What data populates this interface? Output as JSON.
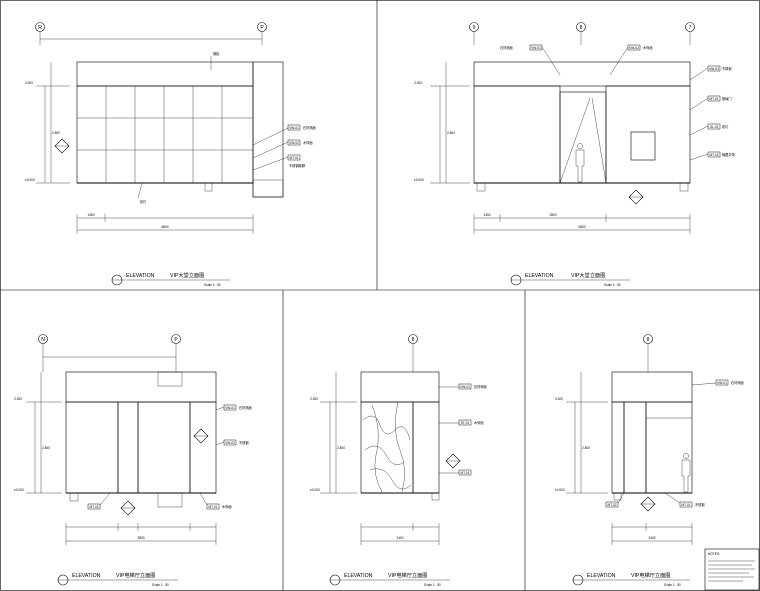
{
  "sheet": {
    "panels": [
      {
        "id": "p1",
        "grid_left": "R",
        "grid_right": "P",
        "grid_mid": "",
        "title_prefix": "ELEVATION",
        "title_cn": "VIP大堂立面图",
        "scale": "Scale 1 : 50",
        "dims": [
          "1450",
          "6800"
        ],
        "level_marks": [
          "±0.000",
          "2.800",
          "3.300"
        ],
        "tags": [
          "VW-01",
          "VW-02",
          "MT-01"
        ],
        "notes": [
          "钢板",
          "石材墙面",
          "木饰面",
          "不锈钢踢脚",
          "射灯"
        ]
      },
      {
        "id": "p2",
        "grid_left": "9",
        "grid_right": "7",
        "grid_mid": "8",
        "title_prefix": "ELEVATION",
        "title_cn": "VIP大堂立面图",
        "scale": "Scale 1 : 50",
        "dims": [
          "1450",
          "2800",
          "6800"
        ],
        "level_marks": [
          "±0.000",
          "2.800",
          "3.300"
        ],
        "tags": [
          "VW-01",
          "VW-02",
          "VW-03",
          "MT-01",
          "GL-01",
          "MT-02"
        ],
        "notes": [
          "石材墙面",
          "木饰面",
          "不锈钢",
          "玻璃门",
          "射灯",
          "暗藏灯带"
        ]
      },
      {
        "id": "p3",
        "grid_left": "N",
        "grid_right": "P",
        "grid_mid": "",
        "title_prefix": "ELEVATION",
        "title_cn": "VIP电梯厅立面图",
        "scale": "Scale 1 : 50",
        "dims": [
          "3800"
        ],
        "level_marks": [
          "±0.000",
          "2.800",
          "3.300"
        ],
        "tags": [
          "VW-01",
          "VW-02",
          "MT-01",
          "MT-02"
        ],
        "notes": [
          "石材墙面",
          "不锈钢",
          "木饰面"
        ]
      },
      {
        "id": "p4",
        "grid_left": "",
        "grid_right": "",
        "grid_mid": "8",
        "title_prefix": "ELEVATION",
        "title_cn": "VIP电梯厅立面图",
        "scale": "Scale 1 : 50",
        "dims": [
          "2400"
        ],
        "level_marks": [
          "±0.000",
          "2.800",
          "3.300"
        ],
        "tags": [
          "VW-01",
          "ST-01",
          "MT-01"
        ],
        "notes": [
          "石材墙面",
          "木饰面"
        ]
      },
      {
        "id": "p5",
        "grid_left": "",
        "grid_right": "",
        "grid_mid": "8",
        "title_prefix": "ELEVATION",
        "title_cn": "VIP电梯厅立面图",
        "scale": "Scale 1 : 50",
        "dims": [
          "2400"
        ],
        "level_marks": [
          "±0.000",
          "2.800",
          "3.300"
        ],
        "tags": [
          "VW-01",
          "MT-01",
          "MT-02"
        ],
        "notes": [
          "石材墙面",
          "不锈钢"
        ]
      }
    ],
    "notes_box": {
      "heading": "NOTES:",
      "lines": [
        "",
        "",
        "",
        "",
        ""
      ]
    }
  },
  "colors": {
    "ink": "#000000",
    "paper": "#ffffff"
  }
}
